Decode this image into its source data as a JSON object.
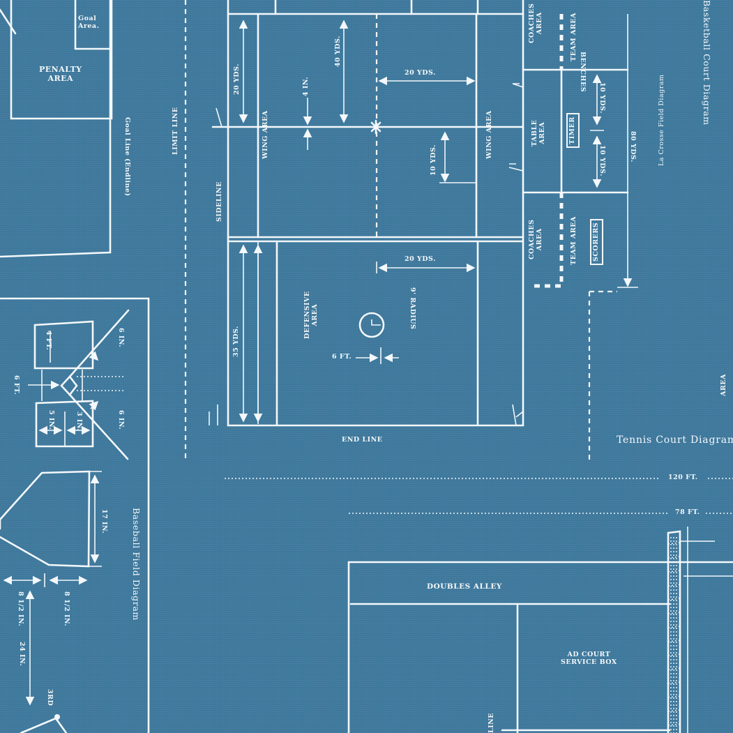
{
  "labels": {
    "goal_area": "Goal\nArea.",
    "penalty_area": "PENALTY\nAREA",
    "goal_line": "Goal Line (Endline)",
    "limit_line": "LIMIT LINE",
    "sideline": "SIDELINE",
    "yds_20_a": "20 YDS.",
    "yds_40": "40 YDS.",
    "in_4": "4 IN.",
    "yds_20_b": "20 YDS.",
    "wing_area_left": "WING AREA",
    "wing_area_right": "WING AREA",
    "yds_10_a": "10 YDS.",
    "coaches_area_top": "COACHES\nAREA",
    "team_area_top": "TEAM AREA",
    "benches": "BENCHES",
    "table_area": "TABLE\nAREA",
    "timer": "TIMER",
    "yds_10_b": "10 YDS.",
    "yds_10_c": "10 YDS.",
    "yds_80": "80 YDS.",
    "lacrosse_title": "La Crosse Field Diagram",
    "basketball_title": "Basketball Court Diagram",
    "coaches_area_bottom": "COACHES\nAREA",
    "team_area_bottom": "TEAM AREA",
    "scorers": "SCORERS",
    "yds_35": "35 YDS.",
    "defensive_area": "DEFENSIVE\nAREA",
    "yds_20_c": "20 YDS.",
    "radius": "9' RADIUS",
    "ft_6_crease": "6 FT.",
    "end_line": "END LINE",
    "area_right": "AREA",
    "tennis_title": "Tennis Court Diagram",
    "ft_120": "120 FT.",
    "ft_78": "78 FT.",
    "doubles_alley": "DOUBLES ALLEY",
    "ad_court": "AD COURT\nSERVICE BOX",
    "line_bottom": "LINE",
    "baseball_title": "Baseball Field Diagram",
    "ft_4": "4 FT.",
    "ft_6_left": "6 FT.",
    "in_6_a": "6 IN.",
    "in_6_b": "6 IN.",
    "in_3": "3 IN.",
    "in_5": "5 IN.",
    "in_17": "17 IN.",
    "in_8_5": "8 1/2 IN.",
    "in_8_5_b": "8 1/2 IN.",
    "in_24": "24 IN.",
    "third": "3RD"
  },
  "colors": {
    "background": "#3f7a9e",
    "ink": "#f4f8fb"
  }
}
